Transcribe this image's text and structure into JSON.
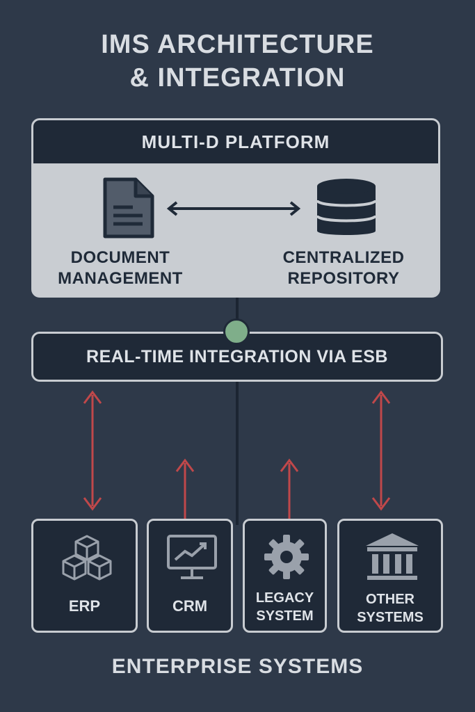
{
  "title": {
    "line1": "IMS ARCHITECTURE",
    "line2": "& INTEGRATION"
  },
  "platform": {
    "header": "MULTI-D PLATFORM",
    "left": {
      "line1": "DOCUMENT",
      "line2": "MANAGEMENT",
      "icon": "document-icon"
    },
    "right": {
      "line1": "CENTRALIZED",
      "line2": "REPOSITORY",
      "icon": "database-icon"
    }
  },
  "esb": {
    "label": "REAL-TIME INTEGRATION VIA ESB"
  },
  "systems": [
    {
      "line1": "ERP",
      "line2": "",
      "icon": "cubes-icon"
    },
    {
      "line1": "CRM",
      "line2": "",
      "icon": "monitor-chart-icon"
    },
    {
      "line1": "LEGACY",
      "line2": "SYSTEM",
      "icon": "gear-icon"
    },
    {
      "line1": "OTHER",
      "line2": "SYSTEMS",
      "icon": "bank-icon"
    }
  ],
  "footer": "ENTERPRISE SYSTEMS",
  "colors": {
    "background": "#2e3949",
    "panel_dark": "#1f2937",
    "panel_light": "#c9cdd2",
    "arrow_red": "#c0484a",
    "node_green": "#7fae8a"
  }
}
